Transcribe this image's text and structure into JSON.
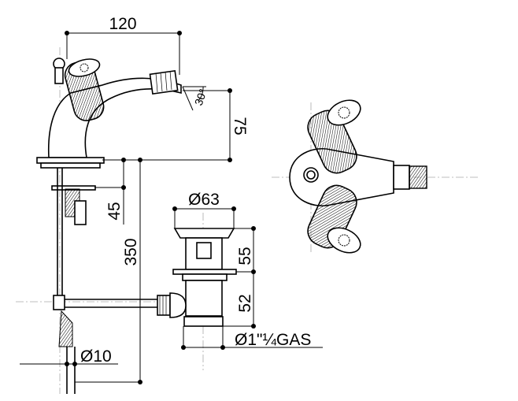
{
  "dimensions": {
    "width_total": "120",
    "spout_angle": "30°",
    "spout_height": "75",
    "deck_thickness": "45",
    "total_height": "350",
    "waste_diameter": "Ø63",
    "waste_upper": "55",
    "waste_lower": "52",
    "waste_thread": "Ø1\"¼GAS",
    "supply_pipe": "Ø10"
  }
}
